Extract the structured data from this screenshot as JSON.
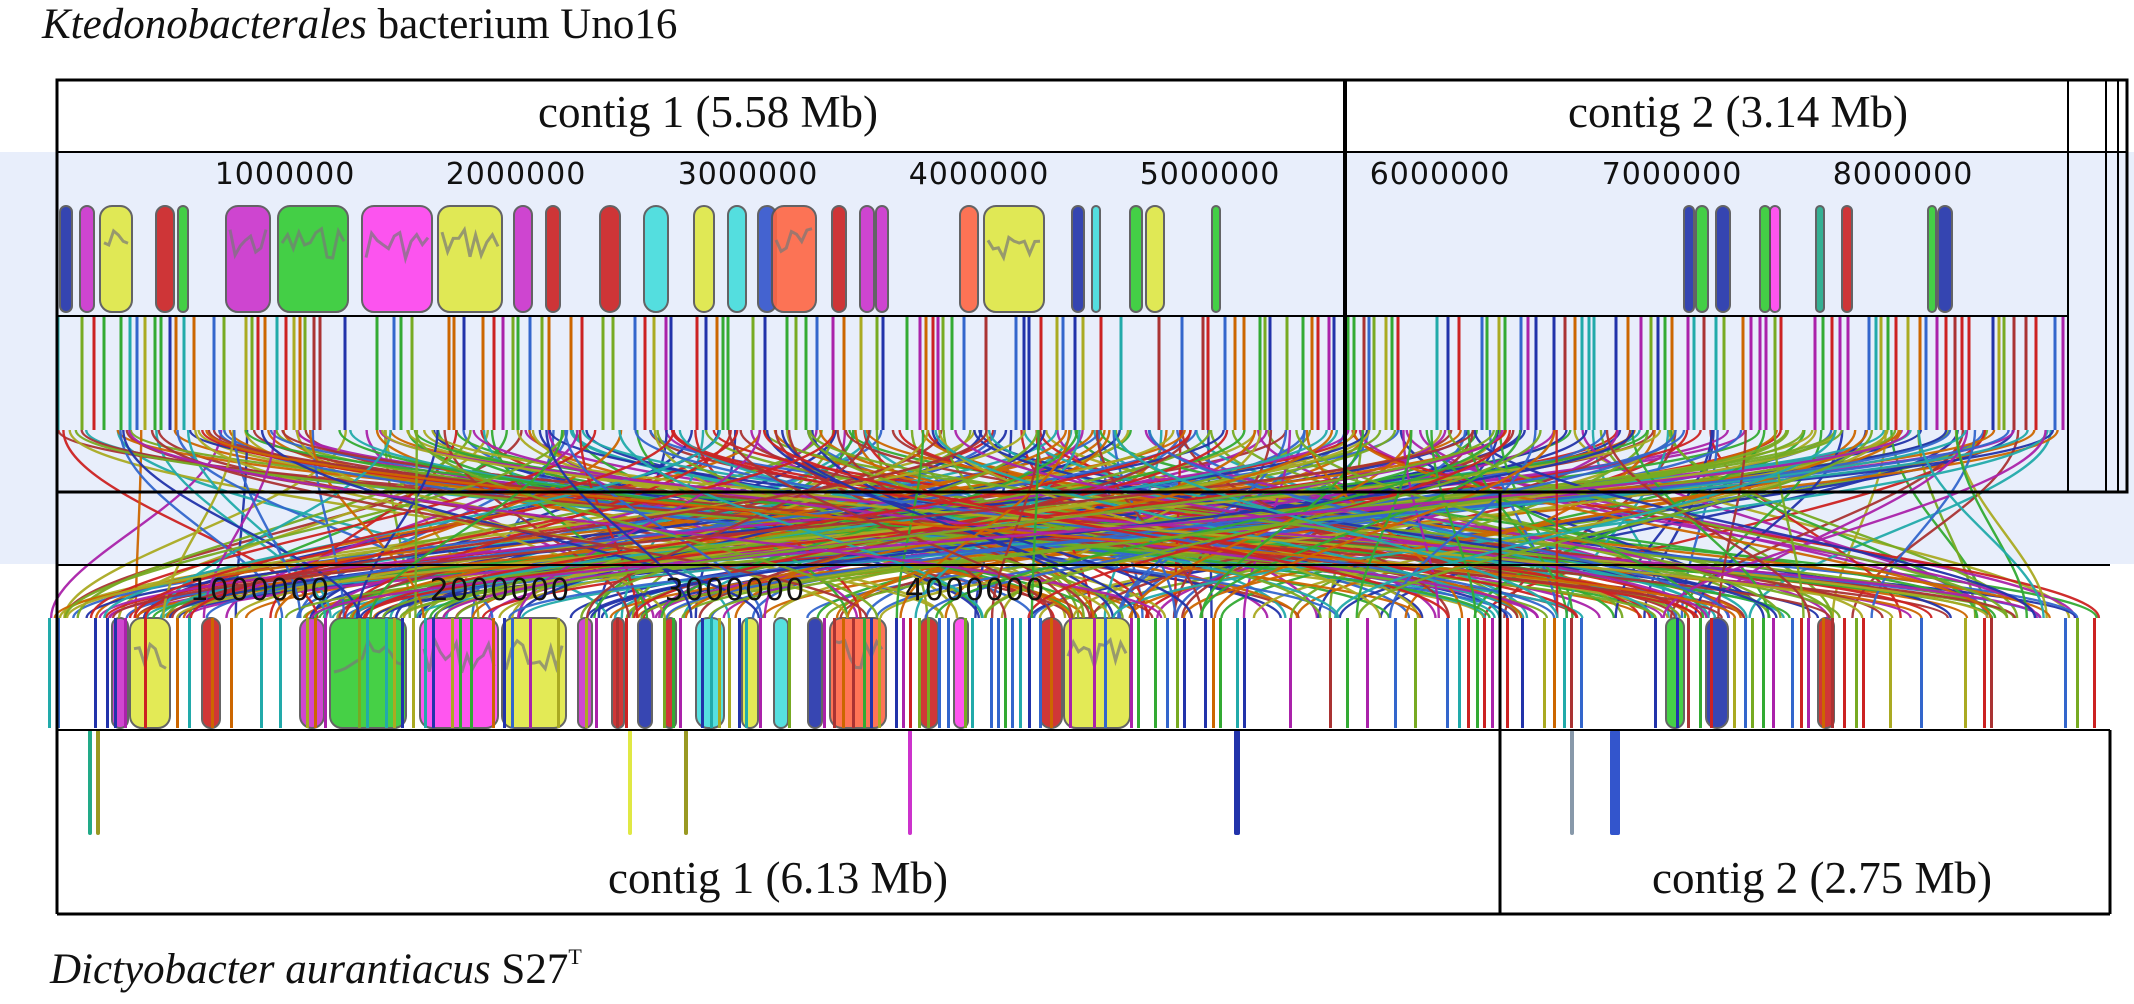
{
  "top_genome": {
    "species_italic": "Ktedonobacterales",
    "species_rest": " bacterium Uno16",
    "contigs": [
      {
        "label": "contig 1 (5.58 Mb)"
      },
      {
        "label": "contig 2 (3.14 Mb)"
      }
    ],
    "ticks": [
      "1000000",
      "2000000",
      "3000000",
      "4000000",
      "5000000",
      "6000000",
      "7000000",
      "8000000"
    ]
  },
  "bottom_genome": {
    "species_italic": "Dictyobacter aurantiacus",
    "species_rest": " S27",
    "species_sup": "T",
    "contigs": [
      {
        "label": "contig 1 (6.13 Mb)"
      },
      {
        "label": "contig 2 (2.75 Mb)"
      }
    ],
    "ticks": [
      "1000000",
      "2000000",
      "3000000",
      "4000000"
    ]
  },
  "colors": {
    "block_palette": [
      "#2233aa",
      "#cc33cc",
      "#e0e844",
      "#cc2222",
      "#33cc33",
      "#ff44ee",
      "#44dddd",
      "#ff6644",
      "#8899aa",
      "#22aa88",
      "#3355cc",
      "#999922"
    ],
    "line_palette": [
      "#2233aa",
      "#cc2222",
      "#33aa33",
      "#aa22aa",
      "#22aaaa",
      "#aaaa22",
      "#aa3333",
      "#3366cc",
      "#77aa22",
      "#cc6600"
    ],
    "highlight_band": "#e8eefb",
    "frame": "#000000"
  }
}
